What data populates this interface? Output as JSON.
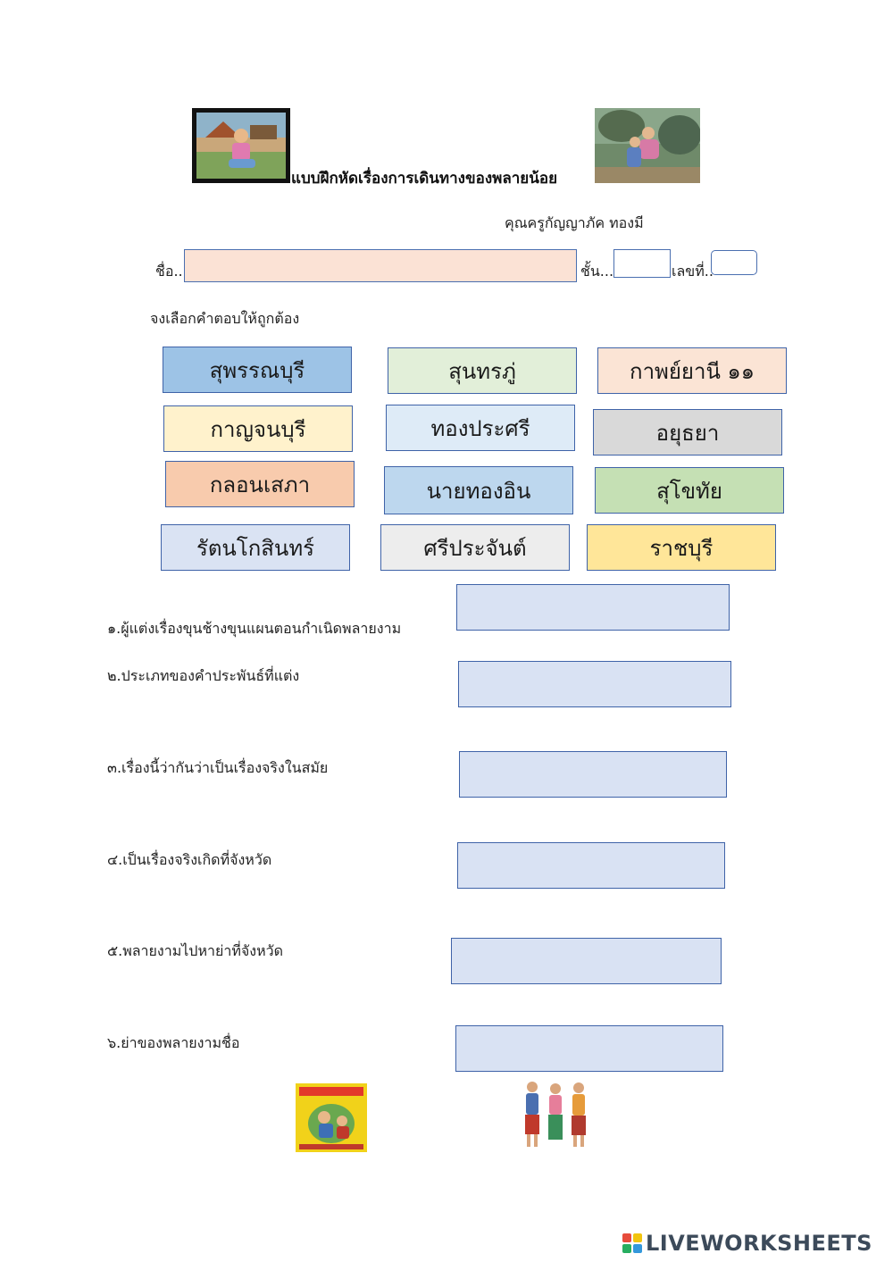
{
  "header": {
    "title": "แบบฝึกหัดเรื่องการเดินทางของพลายน้อย",
    "teacher": "คุณครูกัญญาภัค   ทองมี"
  },
  "form": {
    "name_label": "ชื่อ..",
    "class_label": "ชั้น...",
    "number_label": "เลขที่..",
    "name_value": "",
    "class_value": "",
    "number_value": ""
  },
  "instruction": "จงเลือกคำตอบให้ถูกต้อง",
  "choices": [
    {
      "label": "สุพรรณบุรี",
      "color": "#9dc3e6"
    },
    {
      "label": "สุนทรภู่",
      "color": "#e2efd9"
    },
    {
      "label": "กาพย์ยานี ๑๑",
      "color": "#fbe4d5"
    },
    {
      "label": "กาญจนบุรี",
      "color": "#fff2cc"
    },
    {
      "label": "ทองประศรี",
      "color": "#deebf7"
    },
    {
      "label": "อยุธยา",
      "color": "#d9d9d9"
    },
    {
      "label": "กลอนเสภา",
      "color": "#f8cbad"
    },
    {
      "label": "นายทองอิน",
      "color": "#bdd7ee"
    },
    {
      "label": "สุโขทัย",
      "color": "#c5e0b4"
    },
    {
      "label": "รัตนโกสินทร์",
      "color": "#dae3f3"
    },
    {
      "label": "ศรีประจันต์",
      "color": "#ededed"
    },
    {
      "label": "ราชบุรี",
      "color": "#ffe699"
    }
  ],
  "questions": [
    {
      "text": "๑.ผู้แต่งเรื่องขุนช้างขุนแผนตอนกำเนิดพลายงาม",
      "answer": ""
    },
    {
      "text": "๒.ประเภทของคำประพันธ์ที่แต่ง",
      "answer": ""
    },
    {
      "text": "๓.เรื่องนี้ว่ากันว่าเป็นเรื่องจริงในสมัย",
      "answer": ""
    },
    {
      "text": "๔.เป็นเรื่องจริงเกิดที่จังหวัด",
      "answer": ""
    },
    {
      "text": "๕.พลายงามไปหาย่าที่จังหวัด",
      "answer": ""
    },
    {
      "text": "๖.ย่าของพลายงามชื่อ",
      "answer": ""
    }
  ],
  "brand": {
    "name": "LIVEWORKSHEETS"
  }
}
